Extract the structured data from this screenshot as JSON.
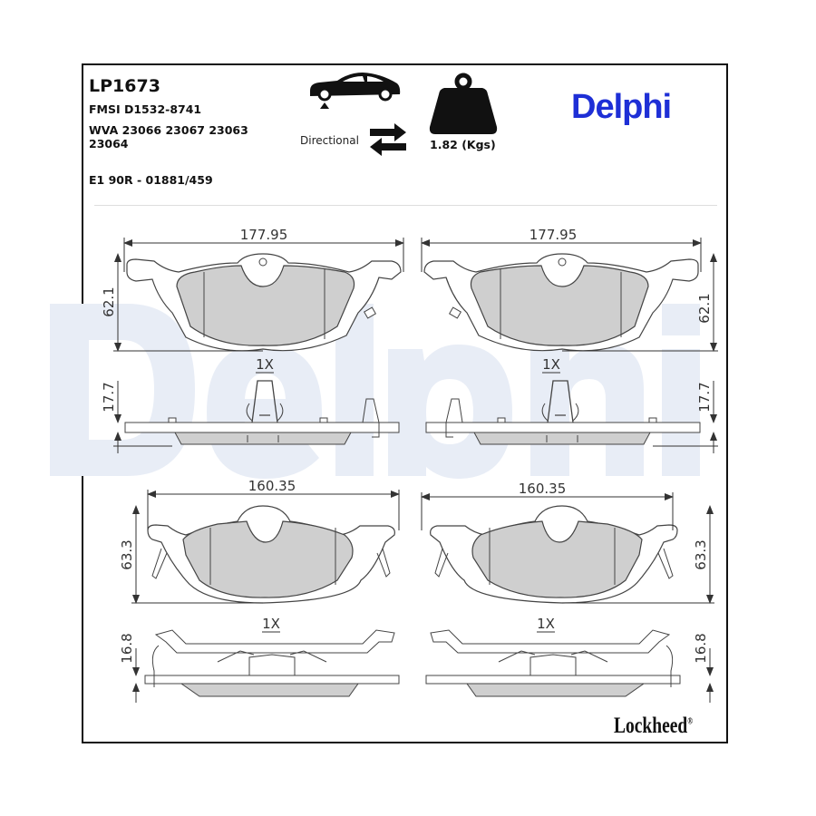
{
  "watermark": "Delphi",
  "header": {
    "part_number": "LP1673",
    "fmsi": "FMSI D1532-8741",
    "wva": "WVA 23066 23067 23063 23064",
    "approval": "E1 90R - 01881/459",
    "directional_label": "Directional",
    "weight": "1.82 (Kgs)",
    "brand": "Delphi",
    "footer_brand": "Lockheed",
    "footer_mark": "®"
  },
  "drawings": {
    "front_width": "177.95",
    "front_height": "62.1",
    "front_qty": "1X",
    "front_thickness": "17.7",
    "rear_width": "160.35",
    "rear_height": "63.3",
    "rear_qty": "1X",
    "rear_thickness": "16.8"
  },
  "colors": {
    "brand": "#1e2fd6",
    "friction": "#cfcfcf",
    "watermark": "#e8edf6"
  }
}
